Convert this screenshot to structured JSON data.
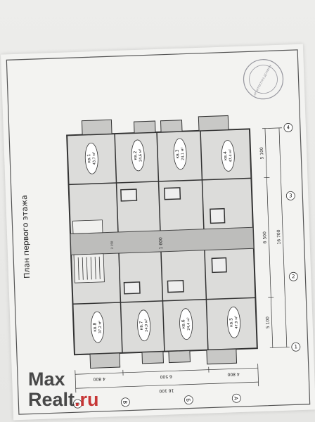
{
  "plan": {
    "title": "План первого этажа",
    "width_dim": "16 700",
    "height_dim": "16 100",
    "corridor_dim": "1 600",
    "corridor_small": "2 150",
    "right_dims": [
      "5 100",
      "6 500",
      "5 100"
    ],
    "left_dims": [
      "4 800",
      "6 500",
      "4 800"
    ],
    "axes_numeric": [
      "1",
      "2",
      "3",
      "4"
    ],
    "axes_letter": [
      "А",
      "Б",
      "В",
      "Г"
    ],
    "stamp_text": "АРХИТЕКТУРА ДОЛИНЫ"
  },
  "apartments": [
    {
      "name": "кв.1",
      "area": "43,7 м²"
    },
    {
      "name": "кв.2",
      "area": "24,6 м²"
    },
    {
      "name": "кв.3",
      "area": "24,1 м²"
    },
    {
      "name": "кв.4",
      "area": "47,4 м²"
    },
    {
      "name": "кв.5",
      "area": "47,9 м²"
    },
    {
      "name": "кв.6",
      "area": "24,4 м²"
    },
    {
      "name": "кв.7",
      "area": "24,9 м²"
    },
    {
      "name": "кв.8",
      "area": "37,2 м²"
    }
  ],
  "watermark": {
    "brand": "Max",
    "brand2": "Realt",
    "tld": ".ru"
  }
}
